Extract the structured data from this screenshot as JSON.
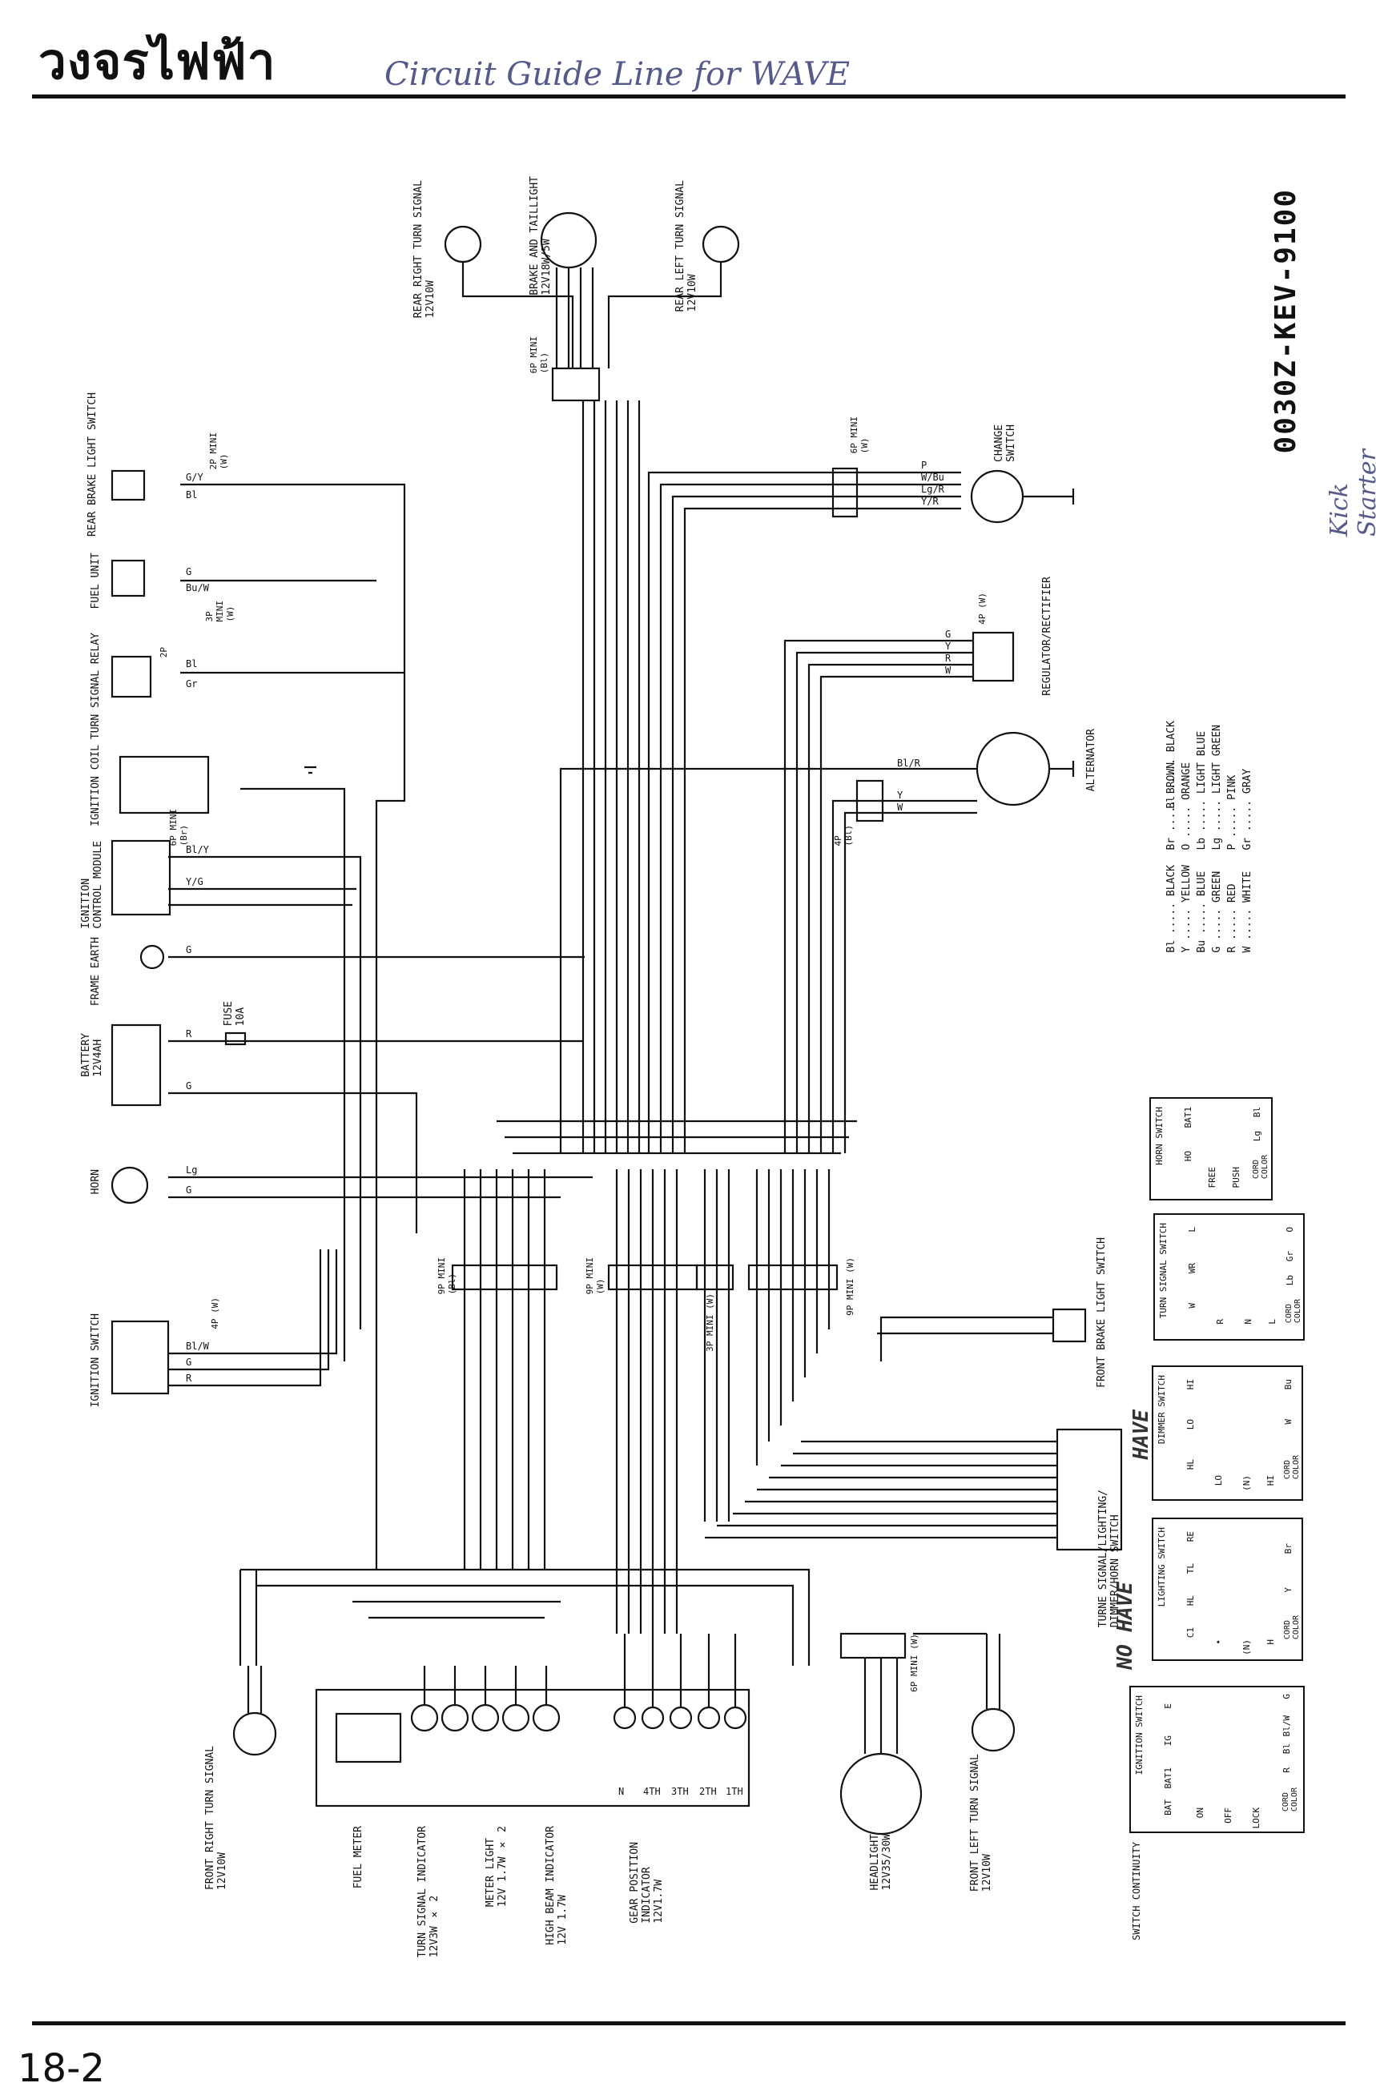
{
  "header": {
    "thai_title": "วงจรไฟฟ้า",
    "handwritten_note": "Circuit Guide Line for WAVE",
    "handwritten_side": "Kick Starter Type"
  },
  "part_code": "0030Z-KEV-9100",
  "footer": {
    "page_number": "18-2"
  },
  "components": {
    "rear_right_turn": "REAR RIGHT TURN SIGNAL\n12V10W",
    "brake_tail": "BRAKE AND TAILLIGHT\n12V18W/5W",
    "rear_left_turn": "REAR LEFT TURN SIGNAL\n12V10W",
    "rear_brake_switch": "REAR BRAKE LIGHT SWITCH",
    "fuel_unit": "FUEL UNIT",
    "turn_relay": "TURN SIGNAL RELAY",
    "ignition_coil": "IGNITION COIL",
    "icm": "IGNITION\nCONTROL MODULE",
    "frame_earth": "FRAME EARTH",
    "battery": "BATTERY\n12V4AH",
    "fuse": "FUSE\n10A",
    "horn": "HORN",
    "ignition_switch": "IGNITION SWITCH",
    "change_switch": "CHANGE\nSWITCH",
    "regulator": "REGULATOR/RECTIFIER",
    "alternator": "ALTERNATOR",
    "front_brake_switch": "FRONT BRAKE LIGHT SWITCH",
    "handlebar_switch": "TURNE SIGNAL/LIGHTING/\nDIMMER/HORN SWITCH",
    "front_right_turn": "FRONT RIGHT TURN SIGNAL\n12V10W",
    "fuel_meter": "FUEL METER",
    "turn_indicator": "TURN SIGNAL INDICATOR\n12V3W × 2",
    "meter_light": "METER LIGHT\n12V 1.7W × 2",
    "high_beam_indicator": "HIGH BEAM INDICATOR\n12V 1.7W",
    "gear_indicator": "GEAR POSITION\nINDICATOR\n12V1.7W",
    "headlight": "HEADLIGHT\n12V35/30W",
    "front_left_turn": "FRONT LEFT TURN SIGNAL\n12V10W",
    "switch_continuity": "SWITCH CONTINUITY"
  },
  "connectors": {
    "c6p_top": "6P MINI\n(Bl)",
    "c6p_change": "6P MINI\n(W)",
    "c2p_brake": "2P MINI\n(W)",
    "c3p_fuel": "3P\nMINI\n(W)",
    "c2p_relay": "2P",
    "c6p_icm": "6P MINI\n(Br)",
    "c4p_reg": "4P (W)",
    "c4p_alt": "4P\n(Bl)",
    "c4p_ign": "4P (W)",
    "c9p_a": "9P MINI\n(Bl)",
    "c9p_b": "9P MINI\n(W)",
    "c3p_mid": "3P MINI (W)",
    "c9p_c": "9P MINI (W)",
    "c6p_head": "6P MINI (W)"
  },
  "gear_labels": [
    "N",
    "4TH",
    "3TH",
    "2TH",
    "1TH"
  ],
  "handwritten_marks": {
    "have": "HAVE",
    "no_have": "NO HAVE"
  },
  "legend": {
    "col1": [
      "Bl ..... BLACK",
      "Y ..... YELLOW",
      "Bu ..... BLUE",
      "G ..... GREEN",
      "R ..... RED",
      "W ..... WHITE"
    ],
    "col2": [
      "Br ..... BROWN",
      "O ..... ORANGE",
      "Lb ..... LIGHT BLUE",
      "Lg ..... LIGHT GREEN",
      "P ..... PINK",
      "Gr ..... GRAY"
    ]
  },
  "switch_tables": {
    "horn": {
      "title": "HORN SWITCH",
      "cols": [
        "HO",
        "BAT1"
      ],
      "rows": [
        "FREE",
        "PUSH"
      ],
      "cord": [
        "Lg",
        "Bl"
      ]
    },
    "turn": {
      "title": "TURN SIGNAL SWITCH",
      "cols": [
        "W",
        "WR",
        "L"
      ],
      "rows": [
        "R",
        "N",
        "L"
      ],
      "cord": [
        "Lb",
        "Gr",
        "O"
      ]
    },
    "dimmer": {
      "title": "DIMMER SWITCH",
      "cols": [
        "HL",
        "LO",
        "HI"
      ],
      "rows": [
        "LO",
        "(N)",
        "HI"
      ],
      "cord": [
        "W",
        "Bu"
      ]
    },
    "lighting": {
      "title": "LIGHTING SWITCH",
      "cols": [
        "C1",
        "HL",
        "TL",
        "RE"
      ],
      "rows": [
        "•",
        "(N)",
        "H"
      ],
      "cord": [
        "Y",
        "Br"
      ]
    },
    "ignition": {
      "title": "IGNITION SWITCH",
      "cols": [
        "BAT",
        "BAT1",
        "IG",
        "E"
      ],
      "rows": [
        "ON",
        "OFF",
        "LOCK"
      ],
      "cord": [
        "R",
        "Bl",
        "Bl/W",
        "G"
      ]
    },
    "cord_color_label": "CORD\nCOLOR"
  }
}
